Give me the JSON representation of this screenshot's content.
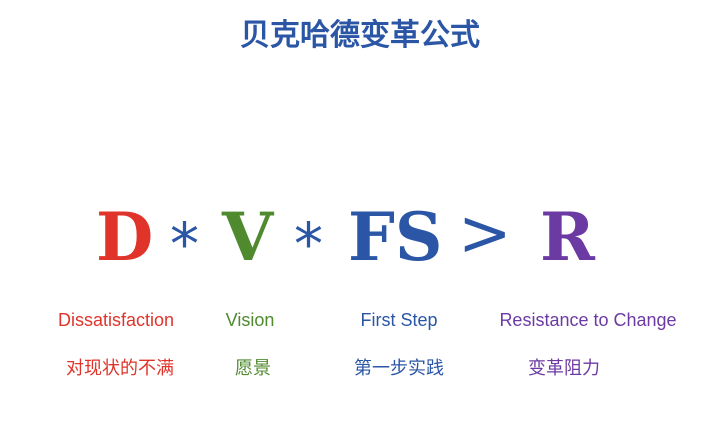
{
  "title": "贝克哈德变革公式",
  "colors": {
    "title": "#2a56a5",
    "dissatisfaction": "#e0342a",
    "vision": "#4f8a2f",
    "first_step": "#2a56a5",
    "resistance": "#6c3aa3",
    "operator": "#2a56a5"
  },
  "formula": {
    "d": "D",
    "v": "V",
    "fs": "FS",
    "r": "R",
    "times1": "*",
    "times2": "*",
    "greater": ">"
  },
  "terms": {
    "dissatisfaction": {
      "en": "Dissatisfaction",
      "zh": "对现状的不满"
    },
    "vision": {
      "en": "Vision",
      "zh": "愿景"
    },
    "first_step": {
      "en": "First Step",
      "zh": "第一步实践"
    },
    "resistance": {
      "en": "Resistance to Change",
      "zh": "变革阻力"
    }
  }
}
